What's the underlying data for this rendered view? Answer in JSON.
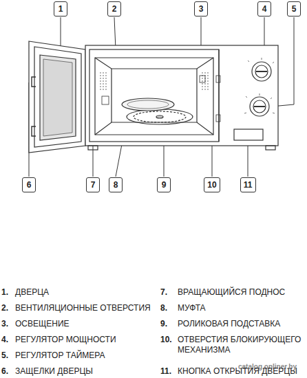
{
  "diagram": {
    "nodes": [
      {
        "text": [
          "1"
        ]
      },
      {
        "text": [
          "2"
        ]
      },
      {
        "text": [
          "3"
        ]
      },
      {
        "text": [
          "4"
        ]
      },
      {
        "text": [
          "5"
        ]
      },
      {
        "text": [
          "6"
        ]
      },
      {
        "text": [
          "7"
        ]
      },
      {
        "text": [
          "8"
        ]
      },
      {
        "text": [
          "9"
        ]
      },
      {
        "text": [
          "10"
        ]
      },
      {
        "text": [
          "11"
        ]
      }
    ],
    "labels": [
      "1.",
      "ДВЕРЦА",
      "7.",
      "ВРАЩАЮЩИЙСЯ ПОДНОС",
      "2.",
      "ВЕНТИЛЯЦИОННЫЕ ОТВЕРСТИЯ",
      "8.",
      "МУФТА",
      "3.",
      "ОСВЕЩЕНИЕ",
      "9.",
      "РОЛИКОВАЯ ПОДСТАВКА",
      "4.",
      "РЕГУЛЯТОР МОЩНОСТИ",
      "10.",
      "ОТВЕРСТИЯ БЛОКИРУЮЩЕГО МЕХАНИЗМА",
      "5.",
      "РЕГУЛЯТОР ТАЙМЕРА",
      "catalog.onliner.by",
      "11.",
      "КНОПКА ОТКРЫТИЯ ДВЕРЦЫ",
      "6.",
      "ЗАЩЕЛКИ ДВЕРЦЫ"
    ]
  }
}
